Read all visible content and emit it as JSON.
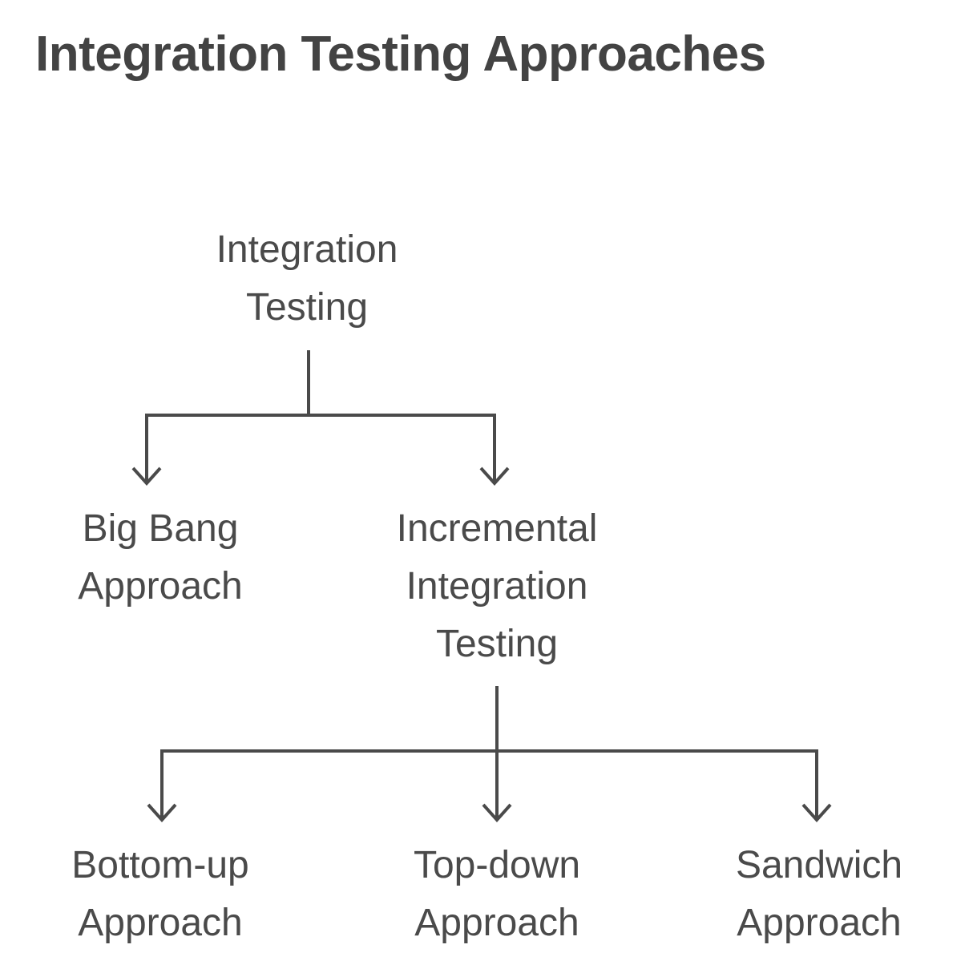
{
  "title": "Integration Testing Approaches",
  "colors": {
    "background": "#ffffff",
    "title_text": "#434343",
    "node_text": "#4a4a4a",
    "connector": "#4a4a4a"
  },
  "diagram": {
    "type": "tree",
    "nodes": {
      "root": {
        "label": "Integration\nTesting",
        "level": 1
      },
      "big_bang": {
        "label": "Big Bang\nApproach",
        "level": 2
      },
      "incremental": {
        "label": "Incremental\nIntegration\nTesting",
        "level": 2
      },
      "bottom_up": {
        "label": "Bottom-up\nApproach",
        "level": 3
      },
      "top_down": {
        "label": "Top-down\nApproach",
        "level": 3
      },
      "sandwich": {
        "label": "Sandwich\nApproach",
        "level": 3
      }
    },
    "edges": [
      {
        "from": "root",
        "to": "big_bang"
      },
      {
        "from": "root",
        "to": "incremental"
      },
      {
        "from": "incremental",
        "to": "bottom_up"
      },
      {
        "from": "incremental",
        "to": "top_down"
      },
      {
        "from": "incremental",
        "to": "sandwich"
      }
    ]
  }
}
